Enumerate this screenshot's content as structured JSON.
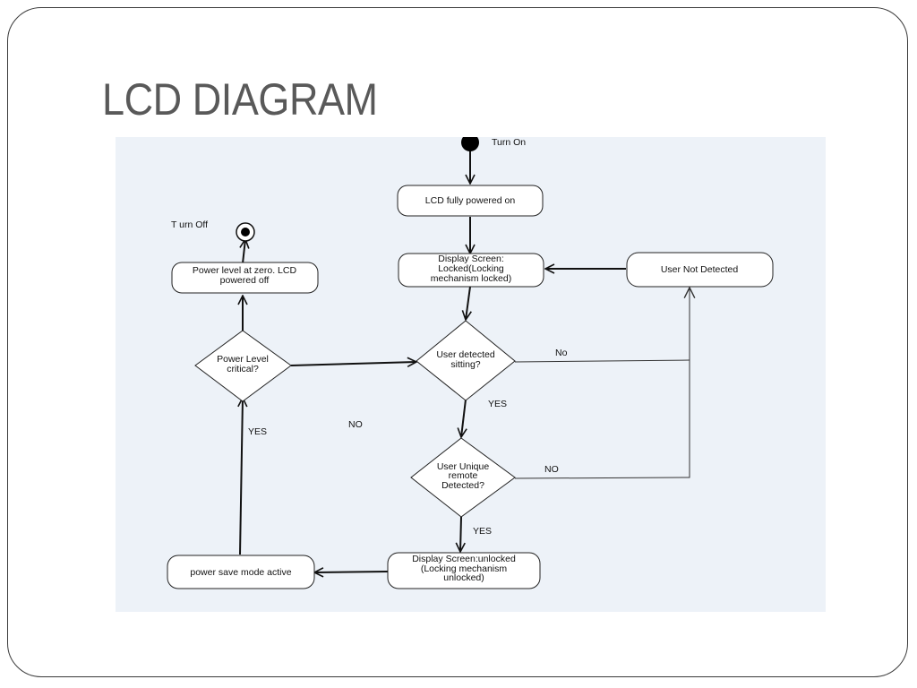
{
  "slide": {
    "title": "LCD DIAGRAM"
  },
  "diagram": {
    "start_label": "Turn On",
    "end_label": "T urn Off",
    "nodes": {
      "lcd_on": [
        "LCD fully powered on"
      ],
      "locked": [
        "Display Screen:",
        "Locked(Locking",
        "mechanism locked)"
      ],
      "not_detected": [
        "User Not Detected"
      ],
      "user_sitting": [
        "User detected",
        "sitting?"
      ],
      "unique_remote": [
        "User Unique",
        "remote",
        "Detected?"
      ],
      "unlocked": [
        "Display Screen:unlocked",
        "(Locking mechanism",
        "unlocked)"
      ],
      "power_save": [
        "power save mode active"
      ],
      "power_critical": [
        "Power Level",
        "critical?"
      ],
      "power_zero": [
        "Power level at zero. LCD",
        "powered off"
      ]
    },
    "edge_labels": {
      "no_sitting": "No",
      "yes_sitting": "YES",
      "no_remote": "NO",
      "yes_remote": "YES",
      "yes_power": "YES",
      "no_power": "NO"
    }
  },
  "colors": {
    "panel_background": "#edf2f8",
    "title_text": "#595959",
    "line": "#111111"
  }
}
